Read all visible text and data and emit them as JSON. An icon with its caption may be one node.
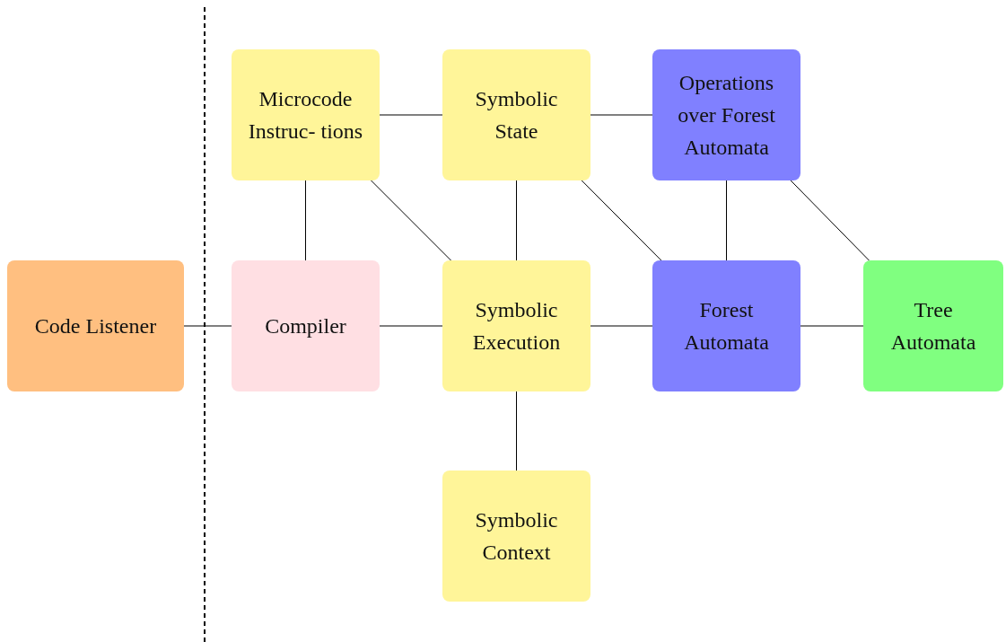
{
  "diagram": {
    "nodes": [
      {
        "text": [
          "Microcode Instruc- tions"
        ]
      },
      {
        "text": [
          "Symbolic State"
        ]
      },
      {
        "text": [
          "Operations over Forest Automata"
        ]
      },
      {
        "text": [
          "Code Listener"
        ]
      },
      {
        "text": [
          "Compiler"
        ]
      },
      {
        "text": [
          "Symbolic Execution"
        ]
      },
      {
        "text": [
          "Forest Automata"
        ]
      },
      {
        "text": [
          "Tree Automata"
        ]
      },
      {
        "text": [
          "Symbolic Context"
        ]
      }
    ],
    "edges": [
      {
        "from": 0,
        "to": 1,
        "arrow": "none"
      },
      {
        "from": 1,
        "to": 2,
        "arrow": "none"
      },
      {
        "from": 0,
        "to": 4,
        "arrow": "none"
      },
      {
        "from": 0,
        "to": 5,
        "arrow": "none"
      },
      {
        "from": 1,
        "to": 5,
        "arrow": "none"
      },
      {
        "from": 1,
        "to": 6,
        "arrow": "none"
      },
      {
        "from": 2,
        "to": 6,
        "arrow": "none"
      },
      {
        "from": 2,
        "to": 7,
        "arrow": "none"
      },
      {
        "from": 3,
        "to": 4,
        "arrow": "none"
      },
      {
        "from": 4,
        "to": 5,
        "arrow": "none"
      },
      {
        "from": 5,
        "to": 6,
        "arrow": "none"
      },
      {
        "from": 6,
        "to": 7,
        "arrow": "none"
      },
      {
        "from": 5,
        "to": 8,
        "arrow": "none"
      }
    ]
  }
}
